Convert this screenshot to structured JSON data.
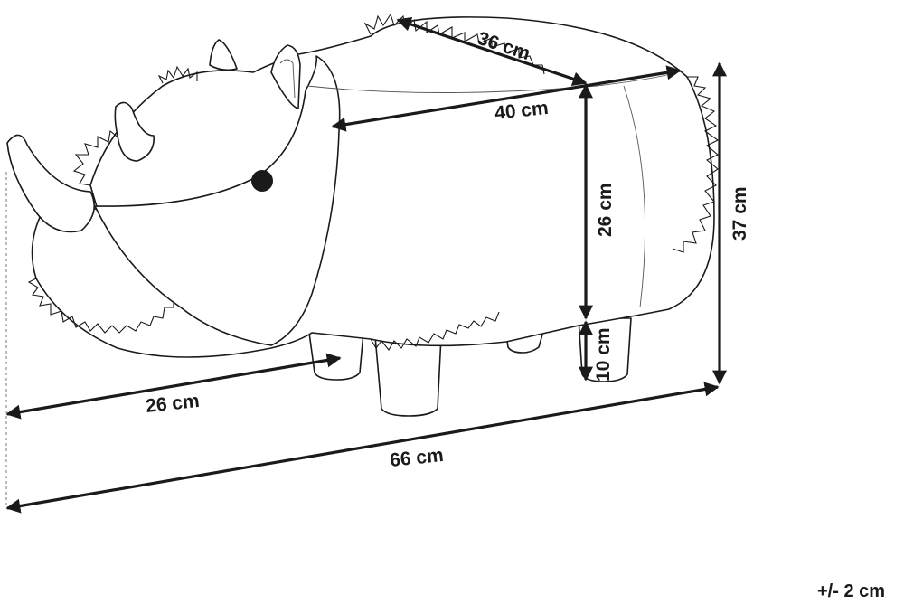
{
  "dimensions": {
    "top_length": "36 cm",
    "body_length": "40 cm",
    "body_height": "26 cm",
    "total_height": "37 cm",
    "leg_height": "10 cm",
    "head_length": "26 cm",
    "total_length": "66 cm"
  },
  "tolerance": "+/- 2 cm",
  "colors": {
    "line": "#1a1a1a",
    "background": "#ffffff"
  }
}
